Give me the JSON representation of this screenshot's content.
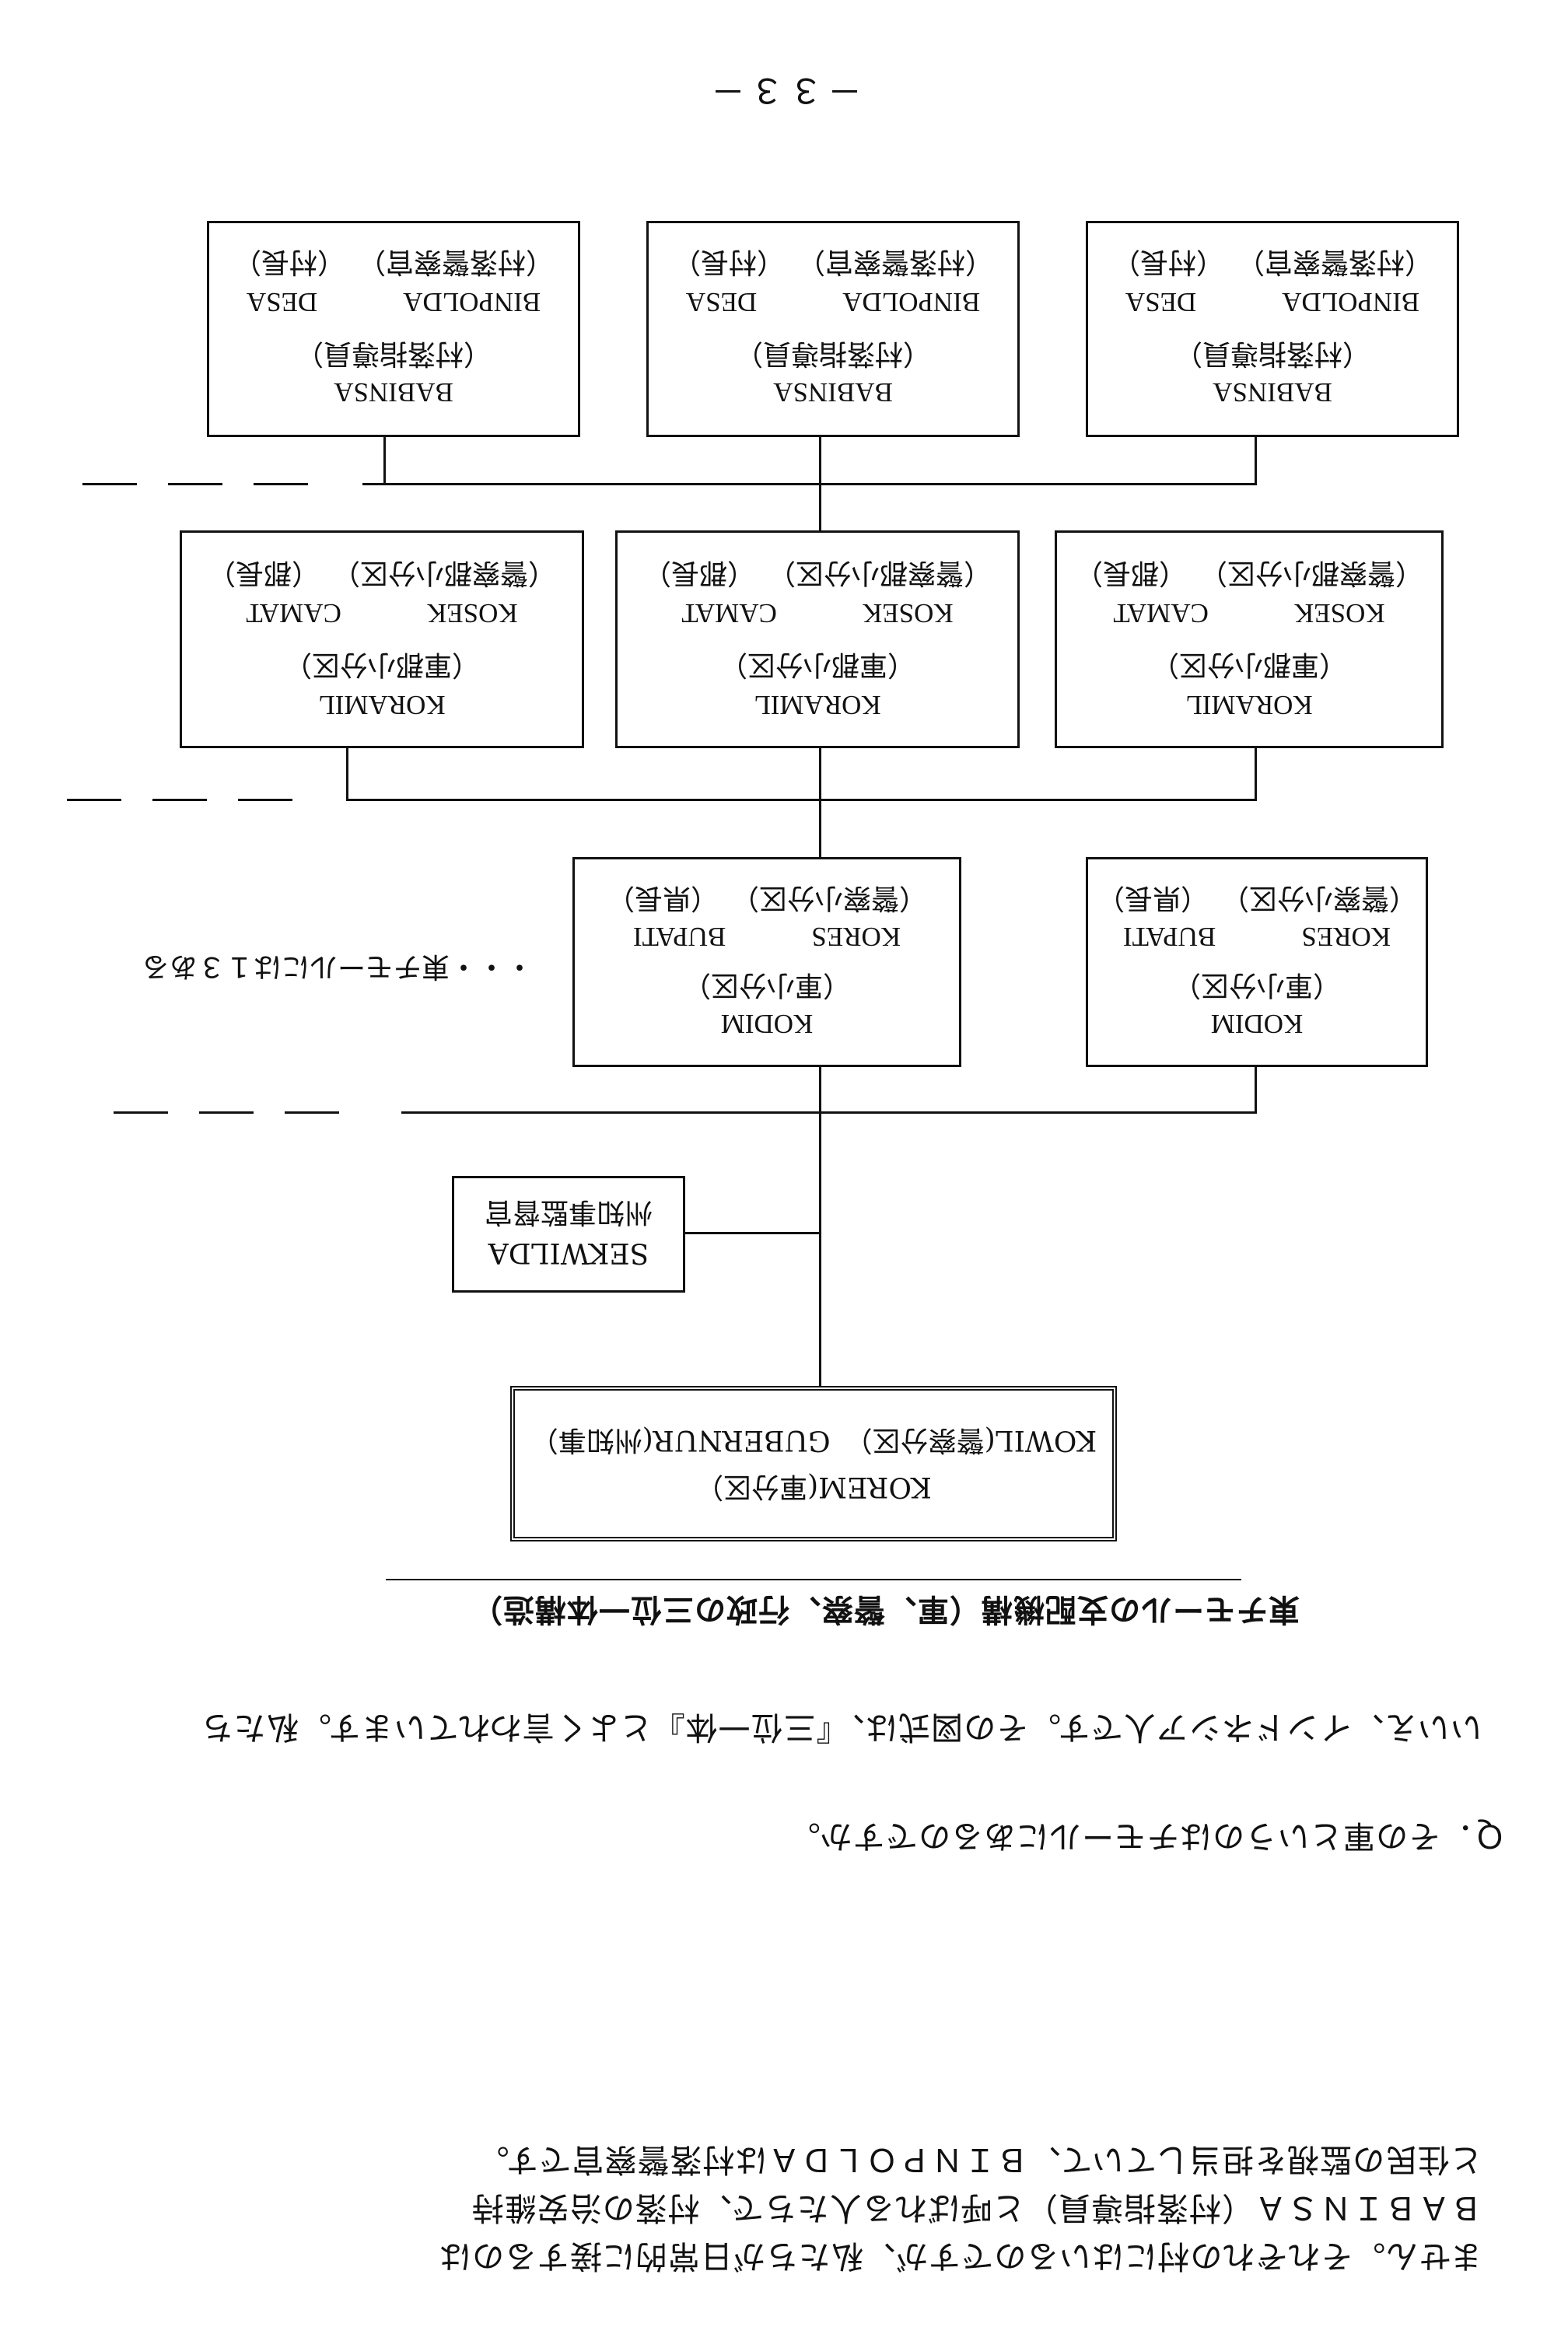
{
  "page_number": "－３３－",
  "paragraph_top": {
    "lines": [
      "ません。それぞれの村にはいるのですが、私たちが日常的に接するのは",
      "ＢＡＢＩＮＳＡ（村落指導員）と呼ばれる人たちで、村落の治安維持",
      "と住民の監視を担当していて、ＢＩＮＰＯＬＤＡは村落警察官です。"
    ]
  },
  "question": "Ｑ．その軍というのはチモールにあるのですか。",
  "answer_intro": {
    "lines": [
      "いいえ、インドネシア人です。その図式は、『三位一体』とよく言われています。私たち"
    ]
  },
  "chart_caption": "東チモールの支配機構（軍、警察、行政の三位一体構造）",
  "top_box": {
    "line1": "KOREM(軍分区）",
    "line2": "KOWIL(警察分区）　GUBERNUR(州知事）"
  },
  "side_box": {
    "line1": "SEKWILDA",
    "line2": "州知事監督官"
  },
  "level2": [
    {
      "name": "KODIM",
      "ja": "（軍小分区）",
      "left_en": "KORES",
      "right_en": "BUPATI",
      "left_ja": "（警察小分区）",
      "right_ja": "（県長）"
    },
    {
      "name": "KODIM",
      "ja": "（軍小分区）",
      "left_en": "KORES",
      "right_en": "BUPATI",
      "left_ja": "（警察小分区）",
      "right_ja": "（県長）"
    }
  ],
  "level2_note": "・・・東チモールには１３ある",
  "level3": [
    {
      "name": "KORAMIL",
      "ja": "（軍郡小分区）",
      "left_en": "KOSEK",
      "right_en": "CAMAT",
      "left_ja": "（警察郡小分区）",
      "right_ja": "（郡長）"
    },
    {
      "name": "KORAMIL",
      "ja": "（軍郡小分区）",
      "left_en": "KOSEK",
      "right_en": "CAMAT",
      "left_ja": "（警察郡小分区）",
      "right_ja": "（郡長）"
    },
    {
      "name": "KORAMIL",
      "ja": "（軍郡小分区）",
      "left_en": "KOSEK",
      "right_en": "CAMAT",
      "left_ja": "（警察郡小分区）",
      "right_ja": "（郡長）"
    }
  ],
  "level4": [
    {
      "name": "BABINSA",
      "ja": "（村落指導員）",
      "left_en": "BINPOLDA",
      "right_en": "DESA",
      "left_ja": "（村落警察官）",
      "right_ja": "（村長）"
    },
    {
      "name": "BABINSA",
      "ja": "（村落指導員）",
      "left_en": "BINPOLDA",
      "right_en": "DESA",
      "left_ja": "（村落警察官）",
      "right_ja": "（村長）"
    },
    {
      "name": "BABINSA",
      "ja": "（村落指導員）",
      "left_en": "BINPOLDA",
      "right_en": "DESA",
      "left_ja": "（村落警察官）",
      "right_ja": "（村長）"
    }
  ]
}
